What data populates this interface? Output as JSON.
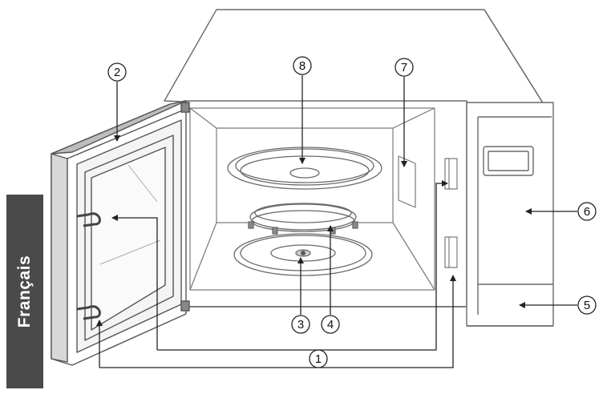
{
  "language_tab": {
    "label": "Français"
  },
  "callouts": [
    {
      "id": "c1",
      "number": "1"
    },
    {
      "id": "c2",
      "number": "2"
    },
    {
      "id": "c3",
      "number": "3"
    },
    {
      "id": "c4",
      "number": "4"
    },
    {
      "id": "c5",
      "number": "5"
    },
    {
      "id": "c6",
      "number": "6"
    },
    {
      "id": "c7",
      "number": "7"
    },
    {
      "id": "c8",
      "number": "8"
    }
  ]
}
